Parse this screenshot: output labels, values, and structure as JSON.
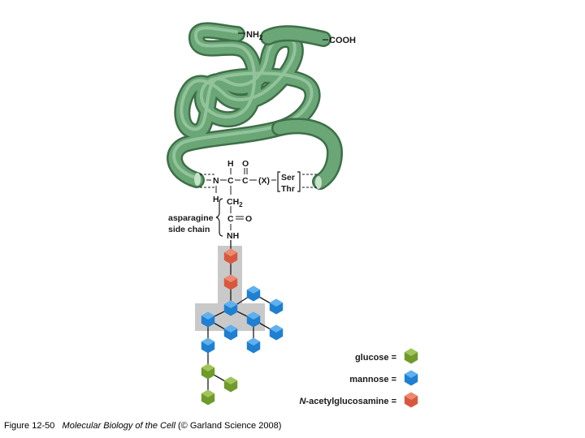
{
  "protein": {
    "n_terminus": "NH",
    "n_terminus_sub": "2",
    "c_terminus": "COOH"
  },
  "structure": {
    "top_H": "H",
    "top_O": "O",
    "N": "N",
    "C1": "C",
    "C2": "C",
    "bottom_H": "H",
    "X": "(X)",
    "ser": "Ser",
    "thr": "Thr",
    "ch2": "CH",
    "ch2_sub": "2",
    "c3": "C",
    "o3": "O",
    "nh": "NH",
    "side_chain_line1": "asparagine",
    "side_chain_line2": "side chain"
  },
  "legend": {
    "glucose": "glucose =",
    "mannose": "mannose =",
    "nag_italic": "N",
    "nag_rest": "-acetylglucosamine ="
  },
  "colors": {
    "glucose": "#6f9a2c",
    "mannose": "#1f7fd0",
    "nag": "#d9583d",
    "protein": "#5f9a6a",
    "highlight": "#c9c9c9"
  },
  "caption": {
    "prefix": "Figure 12-50",
    "italic": "Molecular Biology of the Cell",
    "suffix": "(© Garland Science 2008)"
  }
}
